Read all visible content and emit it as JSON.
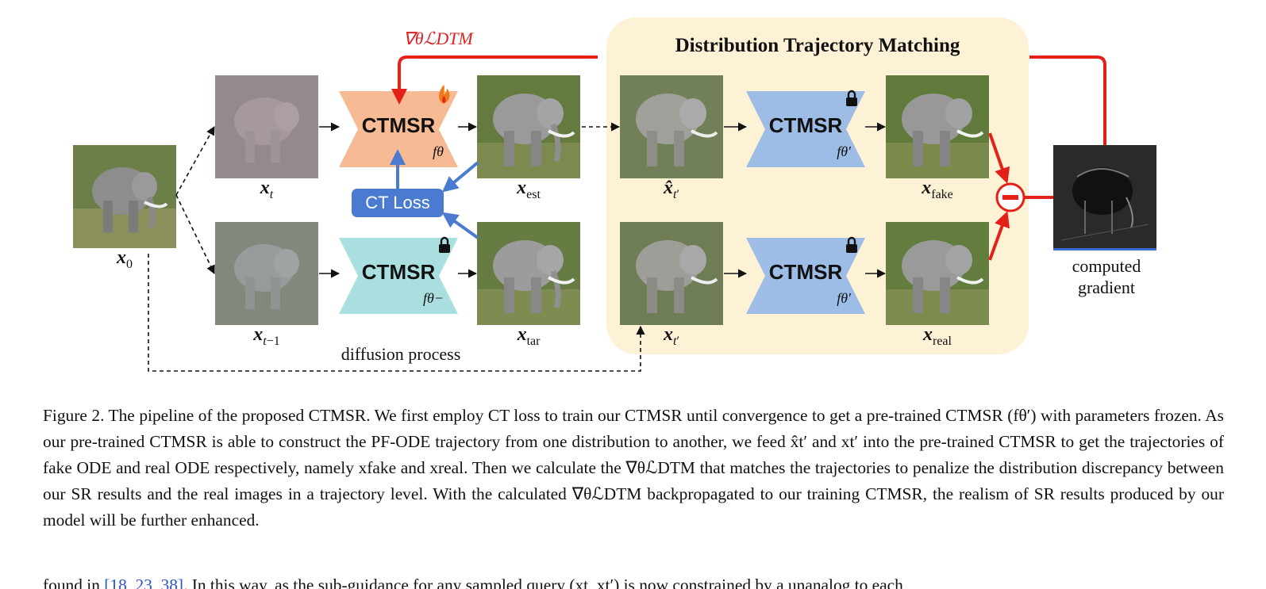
{
  "figure": {
    "dtm_title": "Distribution Trajectory Matching",
    "grad_top_label": "∇θℒDTM",
    "ct_loss_label": "CT Loss",
    "diffusion_label": "diffusion process",
    "gradient_label_line1": "computed",
    "gradient_label_line2": "gradient",
    "networks": [
      {
        "name": "CTMSR",
        "sub": "fθ",
        "color": "#f6ba95",
        "lock": false
      },
      {
        "name": "CTMSR",
        "sub": "fθ−",
        "color": "#a9dfde",
        "lock": true
      },
      {
        "name": "CTMSR",
        "sub": "fθ′",
        "color": "#9dbde6",
        "lock": true
      },
      {
        "name": "CTMSR",
        "sub": "fθ′",
        "color": "#9dbde6",
        "lock": true
      }
    ],
    "image_labels": {
      "x0": "x0",
      "xt": "xt",
      "xt1": "xt−1",
      "xest": "xest",
      "xtar": "xtar",
      "xhat": "x̂t′",
      "xtp": "xt′",
      "xfake": "xfake",
      "xreal": "xreal"
    },
    "colors": {
      "red_arrow": "#e32119",
      "blue_arrow": "#4a7bd0",
      "dtm_bg": "#fdf1d6"
    },
    "icons": [
      "fire-icon",
      "lock-icon",
      "minus-circle-icon"
    ]
  },
  "caption": "Figure 2. The pipeline of the proposed CTMSR. We first employ CT loss to train our CTMSR until convergence to get a pre-trained CTMSR (fθ′) with parameters frozen. As our pre-trained CTMSR is able to construct the PF-ODE trajectory from one distribution to another, we feed x̂t′ and xt′ into the pre-trained CTMSR to get the trajectories of fake ODE and real ODE respectively, namely xfake and xreal. Then we calculate the ∇θℒDTM that matches the trajectories to penalize the distribution discrepancy between our SR results and the real images in a trajectory level. With the calculated ∇θℒDTM backpropagated to our training CTMSR, the realism of SR results produced by our model will be further enhanced.",
  "truncated_line": {
    "prefix": "found in ",
    "cite": "[18, 23, 38]",
    "suffix": ". In this way, as the sub-guidance for any sampled query (xt, xt′) is now constrained by a unanalog to each"
  }
}
